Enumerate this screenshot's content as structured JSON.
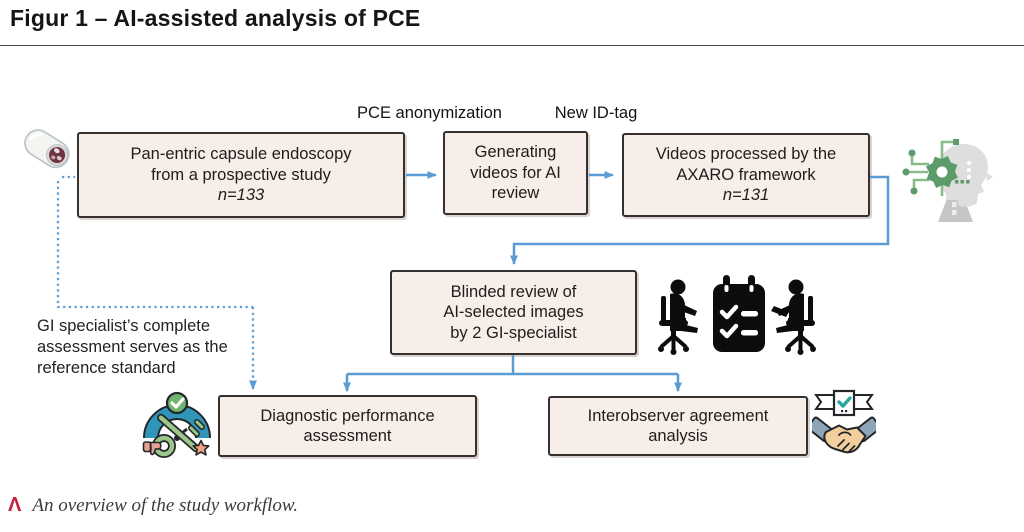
{
  "title": "Figur 1 – AI-assisted analysis of PCE",
  "labels": {
    "pce_anonymization": "PCE anonymization",
    "new_id_tag": "New ID-tag"
  },
  "boxes": {
    "pce_study": {
      "line1": "Pan-entric capsule endoscopy",
      "line2": "from a prospective study",
      "n": "n=133"
    },
    "generating_videos": {
      "line1": "Generating",
      "line2": "videos for AI",
      "line3": "review"
    },
    "axaro": {
      "line1": "Videos processed by the",
      "line2": "AXARO framework",
      "n": "n=131"
    },
    "blinded_review": {
      "line1": "Blinded review of",
      "line2": "AI-selected images",
      "line3": "by 2 GI-specialist"
    },
    "diagnostic": {
      "line1": "Diagnostic performance",
      "line2": "assessment"
    },
    "interobserver": {
      "line1": "Interobserver agreement",
      "line2": "analysis"
    }
  },
  "note": {
    "line1": "GI specialist’s complete",
    "line2": "assessment serves as the",
    "line3": "reference standard"
  },
  "caption": {
    "marker": "Λ",
    "text": "An overview of the study workflow."
  },
  "icons": {
    "capsule": "capsule-endoscopy-icon",
    "ai_head": "ai-head-icon",
    "reviewers": "reviewers-checklist-icon",
    "gauge": "performance-gauge-icon",
    "handshake": "handshake-agreement-icon"
  },
  "colors": {
    "arrow": "#5b9bd5",
    "box_fill": "#f7eeea",
    "box_border": "#35312e",
    "caption_marker": "#c5203a"
  }
}
